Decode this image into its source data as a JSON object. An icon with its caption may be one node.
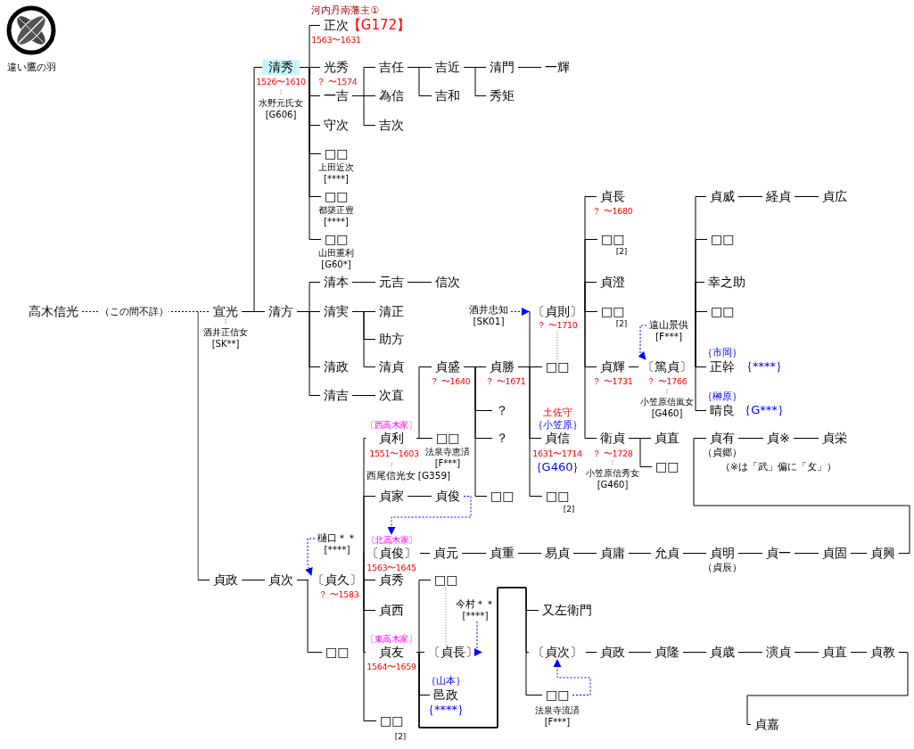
{
  "diagram": {
    "nodes": [
      {
        "text": [
          "高木信光"
        ]
      },
      {
        "text": [
          "宣光"
        ],
        "beside": [
          "酒井正信女 [SK**]"
        ]
      },
      {
        "text": [
          "清秀"
        ],
        "beside": [
          "1526〜1610",
          "水野元氏女 [G606]"
        ]
      },
      {
        "text": [
          "清方"
        ]
      },
      {
        "text": [
          "正次"
        ],
        "beside": [
          "河内丹南藩主①",
          "【G172】",
          "1563〜1631"
        ]
      },
      {
        "text": [
          "光秀"
        ],
        "beside": [
          "？ 〜1574"
        ]
      },
      {
        "text": [
          "一吉"
        ]
      },
      {
        "text": [
          "守次"
        ]
      },
      {
        "text": [
          "□□"
        ],
        "beside": [
          "上田近次 [****]"
        ]
      },
      {
        "text": [
          "□□"
        ],
        "beside": [
          "都築正豊 [****]"
        ]
      },
      {
        "text": [
          "□□"
        ],
        "beside": [
          "山田重利 [G60*]"
        ]
      },
      {
        "text": [
          "吉任"
        ]
      },
      {
        "text": [
          "為信"
        ]
      },
      {
        "text": [
          "吉次"
        ]
      },
      {
        "text": [
          "吉近"
        ]
      },
      {
        "text": [
          "吉和"
        ]
      },
      {
        "text": [
          "清門"
        ]
      },
      {
        "text": [
          "秀矩"
        ]
      },
      {
        "text": [
          "一輝"
        ]
      },
      {
        "text": [
          "清本"
        ]
      },
      {
        "text": [
          "清実"
        ]
      },
      {
        "text": [
          "清政"
        ]
      },
      {
        "text": [
          "清吉"
        ]
      },
      {
        "text": [
          "元吉"
        ]
      },
      {
        "text": [
          "信次"
        ]
      },
      {
        "text": [
          "清正"
        ]
      },
      {
        "text": [
          "助方"
        ]
      },
      {
        "text": [
          "清貞"
        ]
      },
      {
        "text": [
          "次直"
        ]
      },
      {
        "text": [
          "貞盛"
        ],
        "beside": [
          "？ 〜1640"
        ]
      },
      {
        "text": [
          "□□"
        ],
        "beside": [
          "法泉寺恵済 [F***]"
        ]
      },
      {
        "text": [
          "〔西高木家〕",
          "貞利"
        ],
        "beside": [
          "1551〜1603"
        ]
      },
      {
        "text": [
          "貞家"
        ]
      },
      {
        "text": [
          "貞俊"
        ]
      },
      {
        "text": [
          "貞勝"
        ],
        "beside": [
          "？ 〜1671"
        ]
      },
      {
        "text": [
          "？"
        ]
      },
      {
        "text": [
          "？"
        ]
      },
      {
        "text": [
          "□□"
        ]
      },
      {
        "text": [
          "〔貞則〕"
        ],
        "beside": [
          "？ 〜1710"
        ]
      },
      {
        "text": [
          "□□"
        ]
      },
      {
        "text": [
          "貞信"
        ],
        "beside": [
          "土佐守",
          "｛小笠原｝",
          "1631〜1714",
          "｛G460｝"
        ]
      },
      {
        "text": [
          "□□"
        ],
        "beside": [
          "[2]"
        ]
      },
      {
        "text": [
          "酒井忠知 [SK01]"
        ]
      },
      {
        "text": [
          "貞長"
        ],
        "beside": [
          "？ 〜1680"
        ]
      },
      {
        "text": [
          "□□"
        ],
        "beside": [
          "[2]"
        ]
      },
      {
        "text": [
          "貞澄"
        ]
      },
      {
        "text": [
          "□□"
        ],
        "beside": [
          "[2]"
        ]
      },
      {
        "text": [
          "貞輝"
        ],
        "beside": [
          "？ 〜1731"
        ]
      },
      {
        "text": [
          "衛貞"
        ],
        "beside": [
          "？ 〜1728",
          "小笠原信秀女 [G460]"
        ]
      },
      {
        "text": [
          "遠山景供 [F***]"
        ]
      },
      {
        "text": [
          "〔篤貞〕"
        ],
        "beside": [
          "？ 〜1766",
          "小笠原信嵐女 [G460]"
        ]
      },
      {
        "text": [
          "貞威"
        ]
      },
      {
        "text": [
          "□□"
        ]
      },
      {
        "text": [
          "幸之助"
        ]
      },
      {
        "text": [
          "□□"
        ]
      },
      {
        "text": [
          "正幹"
        ],
        "beside": [
          "｛市岡｝",
          "｛****｝"
        ]
      },
      {
        "text": [
          "晴良"
        ],
        "beside": [
          "｛榊原｝",
          "｛G***｝"
        ]
      },
      {
        "text": [
          "経貞"
        ]
      },
      {
        "text": [
          "貞広"
        ]
      },
      {
        "text": [
          "貞直"
        ]
      },
      {
        "text": [
          "□□"
        ]
      },
      {
        "text": [
          "貞有"
        ],
        "beside": [
          "（貞郷）"
        ]
      },
      {
        "text": [
          "貞※"
        ]
      },
      {
        "text": [
          "貞栄"
        ]
      },
      {
        "text": [
          "〔北高木家〕",
          "〔貞俊〕"
        ],
        "beside": [
          "1563〜1645"
        ]
      },
      {
        "text": [
          "貞元"
        ]
      },
      {
        "text": [
          "貞重"
        ]
      },
      {
        "text": [
          "易貞"
        ]
      },
      {
        "text": [
          "貞庸"
        ]
      },
      {
        "text": [
          "允貞"
        ]
      },
      {
        "text": [
          "貞明"
        ],
        "beside": [
          "（貞辰）"
        ]
      },
      {
        "text": [
          "貞一"
        ]
      },
      {
        "text": [
          "貞固"
        ]
      },
      {
        "text": [
          "貞興"
        ]
      },
      {
        "text": [
          "貞政"
        ]
      },
      {
        "text": [
          "貞次"
        ]
      },
      {
        "text": [
          "樋口＊＊ [****]"
        ]
      },
      {
        "text": [
          "〔貞久〕"
        ],
        "beside": [
          "？ 〜1583"
        ]
      },
      {
        "text": [
          "□□"
        ]
      },
      {
        "text": [
          "貞秀"
        ]
      },
      {
        "text": [
          "貞西"
        ]
      },
      {
        "text": [
          "〔東高木家〕",
          "貞友"
        ],
        "beside": [
          "1564〜1659"
        ]
      },
      {
        "text": [
          "□□"
        ],
        "beside": [
          "[2]"
        ]
      },
      {
        "text": [
          "□□"
        ]
      },
      {
        "text": [
          "〔貞長〕"
        ]
      },
      {
        "text": [
          "邑政"
        ],
        "beside": [
          "｛山本｝",
          "｛****｝"
        ]
      },
      {
        "text": [
          "又左衛門"
        ]
      },
      {
        "text": [
          "〔貞次〕"
        ]
      },
      {
        "text": [
          "□□"
        ],
        "beside": [
          "法泉寺流済 [F***]"
        ]
      },
      {
        "text": [
          "今村＊＊ [****]"
        ]
      },
      {
        "text": [
          "貞政"
        ]
      },
      {
        "text": [
          "貞隆"
        ]
      },
      {
        "text": [
          "貞歳"
        ]
      },
      {
        "text": [
          "演貞"
        ]
      },
      {
        "text": [
          "貞直"
        ]
      },
      {
        "text": [
          "貞教"
        ]
      },
      {
        "text": [
          "貞嘉"
        ]
      }
    ],
    "edges": [
      {
        "from": 0,
        "to": 1,
        "arrow": "none",
        "label": "（この間不詳）",
        "style": "dashed"
      },
      {
        "from": 0,
        "to": 74,
        "arrow": "none"
      },
      {
        "from": 1,
        "to": 2,
        "arrow": "none"
      },
      {
        "from": 1,
        "to": 3,
        "arrow": "none"
      },
      {
        "from": 2,
        "to": 4,
        "arrow": "none"
      },
      {
        "from": 2,
        "to": 5,
        "arrow": "none"
      },
      {
        "from": 2,
        "to": 6,
        "arrow": "none"
      },
      {
        "from": 2,
        "to": 7,
        "arrow": "none"
      },
      {
        "from": 2,
        "to": 8,
        "arrow": "none"
      },
      {
        "from": 2,
        "to": 9,
        "arrow": "none"
      },
      {
        "from": 2,
        "to": 10,
        "arrow": "none"
      },
      {
        "from": 6,
        "to": 11,
        "arrow": "none"
      },
      {
        "from": 6,
        "to": 12,
        "arrow": "none"
      },
      {
        "from": 6,
        "to": 13,
        "arrow": "none"
      },
      {
        "from": 11,
        "to": 14,
        "arrow": "none"
      },
      {
        "from": 11,
        "to": 15,
        "arrow": "none"
      },
      {
        "from": 14,
        "to": 16,
        "arrow": "none"
      },
      {
        "from": 14,
        "to": 17,
        "arrow": "none"
      },
      {
        "from": 16,
        "to": 18,
        "arrow": "none"
      },
      {
        "from": 3,
        "to": 19,
        "arrow": "none"
      },
      {
        "from": 3,
        "to": 20,
        "arrow": "none"
      },
      {
        "from": 3,
        "to": 21,
        "arrow": "none"
      },
      {
        "from": 3,
        "to": 22,
        "arrow": "none"
      },
      {
        "from": 19,
        "to": 23,
        "arrow": "none"
      },
      {
        "from": 23,
        "to": 24,
        "arrow": "none"
      },
      {
        "from": 20,
        "to": 25,
        "arrow": "none"
      },
      {
        "from": 20,
        "to": 26,
        "arrow": "none"
      },
      {
        "from": 20,
        "to": 27,
        "arrow": "none"
      },
      {
        "from": 22,
        "to": 28,
        "arrow": "none"
      },
      {
        "from": 77,
        "to": 31,
        "arrow": "none"
      },
      {
        "from": 77,
        "to": 32,
        "arrow": "none"
      },
      {
        "from": 77,
        "to": 64,
        "arrow": "none"
      },
      {
        "from": 77,
        "to": 79,
        "arrow": "none"
      },
      {
        "from": 77,
        "to": 80,
        "arrow": "none"
      },
      {
        "from": 77,
        "to": 81,
        "arrow": "none"
      },
      {
        "from": 77,
        "to": 82,
        "arrow": "none"
      },
      {
        "from": 31,
        "to": 29,
        "arrow": "none"
      },
      {
        "from": 31,
        "to": 30,
        "arrow": "none"
      },
      {
        "from": 32,
        "to": 33,
        "arrow": "none"
      },
      {
        "from": 29,
        "to": 34,
        "arrow": "none"
      },
      {
        "from": 29,
        "to": 35,
        "arrow": "none"
      },
      {
        "from": 29,
        "to": 36,
        "arrow": "none"
      },
      {
        "from": 29,
        "to": 37,
        "arrow": "none"
      },
      {
        "from": 34,
        "to": 38,
        "arrow": "none"
      },
      {
        "from": 34,
        "to": 39,
        "arrow": "none"
      },
      {
        "from": 34,
        "to": 40,
        "arrow": "none"
      },
      {
        "from": 34,
        "to": 41,
        "arrow": "none"
      },
      {
        "from": 38,
        "to": 39,
        "arrow": "none",
        "style": "dashed",
        "color": "#808080"
      },
      {
        "from": 42,
        "to": 38,
        "arrow": "to",
        "style": "dashed",
        "color": "#0000ff"
      },
      {
        "from": 38,
        "to": 43,
        "arrow": "none"
      },
      {
        "from": 38,
        "to": 44,
        "arrow": "none"
      },
      {
        "from": 38,
        "to": 45,
        "arrow": "none"
      },
      {
        "from": 38,
        "to": 46,
        "arrow": "none"
      },
      {
        "from": 38,
        "to": 47,
        "arrow": "none"
      },
      {
        "from": 38,
        "to": 48,
        "arrow": "none"
      },
      {
        "from": 47,
        "to": 50,
        "arrow": "none"
      },
      {
        "from": 49,
        "to": 50,
        "arrow": "to",
        "style": "dashed",
        "color": "#0000ff"
      },
      {
        "from": 50,
        "to": 51,
        "arrow": "none"
      },
      {
        "from": 50,
        "to": 52,
        "arrow": "none"
      },
      {
        "from": 50,
        "to": 53,
        "arrow": "none"
      },
      {
        "from": 50,
        "to": 54,
        "arrow": "none"
      },
      {
        "from": 50,
        "to": 55,
        "arrow": "none"
      },
      {
        "from": 50,
        "to": 56,
        "arrow": "none"
      },
      {
        "from": 51,
        "to": 57,
        "arrow": "none"
      },
      {
        "from": 57,
        "to": 58,
        "arrow": "none"
      },
      {
        "from": 48,
        "to": 59,
        "arrow": "none"
      },
      {
        "from": 48,
        "to": 60,
        "arrow": "none"
      },
      {
        "from": 61,
        "to": 62,
        "arrow": "none"
      },
      {
        "from": 62,
        "to": 63,
        "arrow": "none"
      },
      {
        "from": 33,
        "to": 64,
        "arrow": "to",
        "style": "dashed",
        "color": "#0000ff"
      },
      {
        "from": 64,
        "to": 65,
        "arrow": "none"
      },
      {
        "from": 65,
        "to": 66,
        "arrow": "none"
      },
      {
        "from": 66,
        "to": 67,
        "arrow": "none"
      },
      {
        "from": 67,
        "to": 68,
        "arrow": "none"
      },
      {
        "from": 68,
        "to": 69,
        "arrow": "none"
      },
      {
        "from": 69,
        "to": 70,
        "arrow": "none"
      },
      {
        "from": 70,
        "to": 71,
        "arrow": "none"
      },
      {
        "from": 71,
        "to": 72,
        "arrow": "none"
      },
      {
        "from": 72,
        "to": 73,
        "arrow": "none"
      },
      {
        "from": 73,
        "to": 61,
        "arrow": "none"
      },
      {
        "from": 74,
        "to": 75,
        "arrow": "none"
      },
      {
        "from": 75,
        "to": 77,
        "arrow": "none"
      },
      {
        "from": 75,
        "to": 78,
        "arrow": "none"
      },
      {
        "from": 76,
        "to": 77,
        "arrow": "to",
        "style": "dashed",
        "color": "#0000ff"
      },
      {
        "from": 81,
        "to": 83,
        "arrow": "none"
      },
      {
        "from": 81,
        "to": 84,
        "arrow": "none"
      },
      {
        "from": 81,
        "to": 85,
        "arrow": "none"
      },
      {
        "from": 81,
        "to": 86,
        "arrow": "none"
      },
      {
        "from": 81,
        "to": 87,
        "arrow": "none"
      },
      {
        "from": 81,
        "to": 88,
        "arrow": "none"
      },
      {
        "from": 83,
        "to": 84,
        "arrow": "none",
        "style": "dashed",
        "color": "#808080"
      },
      {
        "from": 89,
        "to": 84,
        "arrow": "to",
        "style": "dashed",
        "color": "#0000ff"
      },
      {
        "from": 88,
        "to": 87,
        "arrow": "to",
        "style": "dashed",
        "color": "#0000ff"
      },
      {
        "from": 87,
        "to": 90,
        "arrow": "none"
      },
      {
        "from": 90,
        "to": 91,
        "arrow": "none"
      },
      {
        "from": 91,
        "to": 92,
        "arrow": "none"
      },
      {
        "from": 92,
        "to": 93,
        "arrow": "none"
      },
      {
        "from": 93,
        "to": 94,
        "arrow": "none"
      },
      {
        "from": 94,
        "to": 95,
        "arrow": "none"
      },
      {
        "from": 95,
        "to": 96,
        "arrow": "none"
      }
    ],
    "labels": [
      "違い鷹の羽",
      "西尾信光女 [G359]",
      "（※は「武」偏に「攵」）"
    ]
  }
}
